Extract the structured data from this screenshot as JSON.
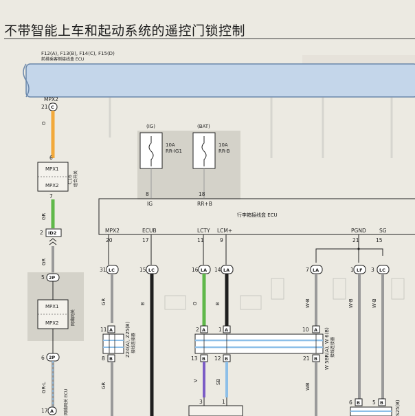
{
  "title": "不带智能上车和起动系统的遥控门锁控制",
  "top_ecu": {
    "ref": "F12(A), F13(B), F14(C), F15(D)",
    "name": "前排乘客侧接线盒 ECU",
    "pin_label": "MPX2",
    "pin_no": "21",
    "conn": "C"
  },
  "c16": {
    "pin_top": "6",
    "top_label": "MPX1",
    "bottom_label": "MPX2",
    "pin_bottom": "7",
    "ref": "C16",
    "name": "组合开关"
  },
  "id2": {
    "pin": "2",
    "conn": "ID2"
  },
  "gateway": {
    "pin_top": "5",
    "conn": "2P",
    "top_label": "MPX1",
    "bottom_label": "MPX2",
    "name": "网络网关",
    "pin_bottom": "6"
  },
  "fuses": [
    {
      "source": "(IG)",
      "rating": "10A",
      "name": "RR-IG1",
      "pin": "8",
      "terminal": "IG"
    },
    {
      "source": "(BAT)",
      "rating": "10A",
      "name": "RR-B",
      "pin": "18",
      "terminal": "RR+B"
    }
  ],
  "ecu": {
    "name": "行李箱接线盒 ECU",
    "terminals": [
      {
        "label": "MPX2",
        "pin": "20"
      },
      {
        "label": "ECUB",
        "pin": "17"
      },
      {
        "label": "LCTY",
        "pin": "11"
      },
      {
        "label": "LCM+",
        "pin": "9"
      },
      {
        "label": "PGND",
        "pin": "21"
      },
      {
        "label": "SG",
        "pin": "15"
      }
    ]
  },
  "connectors": [
    {
      "pin": "31",
      "conn": "LC"
    },
    {
      "pin": "15",
      "conn": "LC"
    },
    {
      "pin": "16",
      "conn": "LA"
    },
    {
      "pin": "14",
      "conn": "LA"
    },
    {
      "pin": "7",
      "conn": "LA"
    },
    {
      "pin": "1",
      "conn": "LF"
    },
    {
      "pin": "3",
      "conn": "LC"
    }
  ],
  "wires": {
    "gr": "GR",
    "b": "B",
    "o": "O",
    "wb": "W-B",
    "v": "V",
    "sb": "SB",
    "wb2": "WB",
    "grl": "GR-L"
  },
  "junction_left": {
    "ref": "Z24(A), Z25(B)",
    "name": "接线连接器",
    "pins": [
      "11",
      "A",
      "8",
      "B"
    ]
  },
  "junction_mid": {
    "ref": "W 5BR(A), W 6(B)",
    "name": "接线连接器",
    "pins": [
      "2",
      "A",
      "1",
      "A",
      "10",
      "A",
      "13",
      "B",
      "12",
      "B",
      "21",
      "B"
    ]
  },
  "bottom_pins": [
    "3",
    "1",
    "6",
    "B",
    "5",
    "B"
  ],
  "bottom_left": {
    "pin": "17",
    "conn": "A",
    "name": "网络网关 ECU"
  },
  "bottom_right": {
    "ref": "S25(B)"
  },
  "colors": {
    "ecu_bar": "#c4d6ea",
    "ecu_bar_border": "#6a87aa",
    "orange": "#f2a93b",
    "green": "#5fb84a",
    "sky": "#8dbfe8",
    "wire_b": "#1e1e1e",
    "gray_wire": "#9a9a9a",
    "shade": "#cbc7bf"
  }
}
